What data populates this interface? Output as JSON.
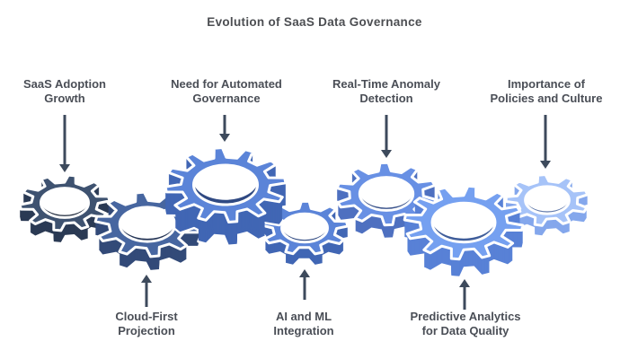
{
  "title": "Evolution of SaaS Data Governance",
  "colors": {
    "background": "#ffffff",
    "arrow": "#3d4a5c",
    "title_text": "#4c4e52",
    "label_text": "#4a4e56",
    "gear_outline": "#ffffff"
  },
  "stages": [
    {
      "icon": "gear-icon",
      "label_lines": [
        "SaaS Adoption",
        "Growth"
      ],
      "label_position": "top",
      "gear_color": "#3e5270",
      "gear_side_color": "#2b3a54"
    },
    {
      "icon": "gear-icon",
      "label_lines": [
        "Cloud-First",
        "Projection"
      ],
      "label_position": "bottom",
      "gear_color": "#4766a0",
      "gear_side_color": "#334a78"
    },
    {
      "icon": "gear-icon",
      "label_lines": [
        "Need for Automated",
        "Governance"
      ],
      "label_position": "top",
      "gear_color": "#5b84d8",
      "gear_side_color": "#4166b4"
    },
    {
      "icon": "gear-icon",
      "label_lines": [
        "AI and ML",
        "Integration"
      ],
      "label_position": "bottom",
      "gear_color": "#5b84d8",
      "gear_side_color": "#4166b4"
    },
    {
      "icon": "gear-icon",
      "label_lines": [
        "Real-Time Anomaly",
        "Detection"
      ],
      "label_position": "top",
      "gear_color": "#6890e4",
      "gear_side_color": "#4e70c0"
    },
    {
      "icon": "gear-icon",
      "label_lines": [
        "Predictive Analytics",
        "for Data Quality"
      ],
      "label_position": "bottom",
      "gear_color": "#75a0f0",
      "gear_side_color": "#5881d6"
    },
    {
      "icon": "gear-icon",
      "label_lines": [
        "Importance of",
        "Policies and Culture"
      ],
      "label_position": "top",
      "gear_color": "#a6c3f8",
      "gear_side_color": "#84a7ec"
    }
  ]
}
